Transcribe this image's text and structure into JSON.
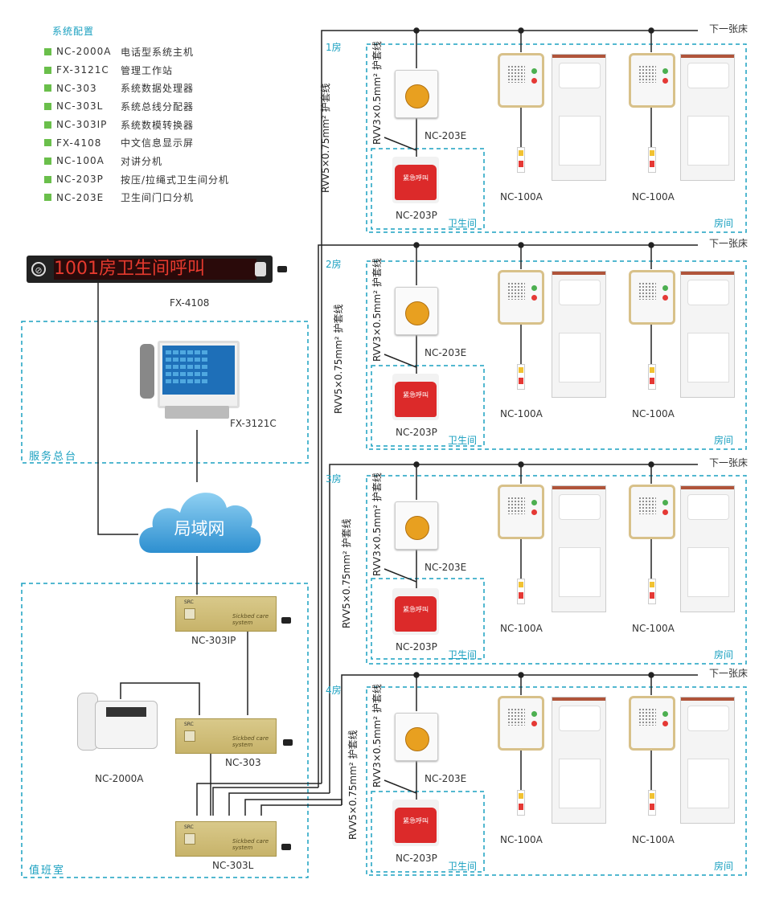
{
  "legend": {
    "title": "系统配置",
    "items": [
      {
        "model": "NC-2000A",
        "desc": "电话型系统主机"
      },
      {
        "model": "FX-3121C",
        "desc": "管理工作站"
      },
      {
        "model": "NC-303",
        "desc": "系统数据处理器"
      },
      {
        "model": "NC-303L",
        "desc": "系统总线分配器"
      },
      {
        "model": "NC-303IP",
        "desc": "系统数模转换器"
      },
      {
        "model": "FX-4108",
        "desc": "中文信息显示屏"
      },
      {
        "model": "NC-100A",
        "desc": "对讲分机"
      },
      {
        "model": "NC-203P",
        "desc": "按压/拉绳式卫生间分机"
      },
      {
        "model": "NC-203E",
        "desc": "卫生间门口分机"
      }
    ]
  },
  "display": {
    "text": "1001房卫生间呼叫",
    "label": "FX-4108"
  },
  "workstation": {
    "label": "FX-3121C",
    "area": "服务总台"
  },
  "network": {
    "label": "局域网"
  },
  "duty": {
    "area": "值班室",
    "nc303ip": "NC-303IP",
    "nc303": "NC-303",
    "nc303l": "NC-303L",
    "nc2000a": "NC-2000A",
    "script": "Sickbed care system"
  },
  "rooms": [
    {
      "name": "1房",
      "next": "下一张床",
      "cable_main": "RVV5×0.75mm² 护套线",
      "cable_branch": "RVV3×0.5mm² 护套线",
      "door": "NC-203E",
      "toilet": "NC-203P",
      "toilet_area": "卫生间",
      "bed1": "NC-100A",
      "bed2": "NC-100A",
      "room_area": "房间",
      "call_text": "紧急呼叫"
    },
    {
      "name": "2房",
      "next": "下一张床",
      "cable_main": "RVV5×0.75mm² 护套线",
      "cable_branch": "RVV3×0.5mm² 护套线",
      "door": "NC-203E",
      "toilet": "NC-203P",
      "toilet_area": "卫生间",
      "bed1": "NC-100A",
      "bed2": "NC-100A",
      "room_area": "房间",
      "call_text": "紧急呼叫"
    },
    {
      "name": "3房",
      "next": "下一张床",
      "cable_main": "RVV5×0.75mm² 护套线",
      "cable_branch": "RVV3×0.5mm² 护套线",
      "door": "NC-203E",
      "toilet": "NC-203P",
      "toilet_area": "卫生间",
      "bed1": "NC-100A",
      "bed2": "NC-100A",
      "room_area": "房间",
      "call_text": "紧急呼叫"
    },
    {
      "name": "4房",
      "next": "下一张床",
      "cable_main": "RVV5×0.75mm² 护套线",
      "cable_branch": "RVV3×0.5mm² 护套线",
      "door": "NC-203E",
      "toilet": "NC-203P",
      "toilet_area": "卫生间",
      "bed1": "NC-100A",
      "bed2": "NC-100A",
      "room_area": "房间",
      "call_text": "紧急呼叫"
    }
  ],
  "colors": {
    "accent": "#1aa0c0",
    "legend_square": "#6abf4b",
    "cloud": "#3aa6e0",
    "led": "#e63a2e"
  }
}
